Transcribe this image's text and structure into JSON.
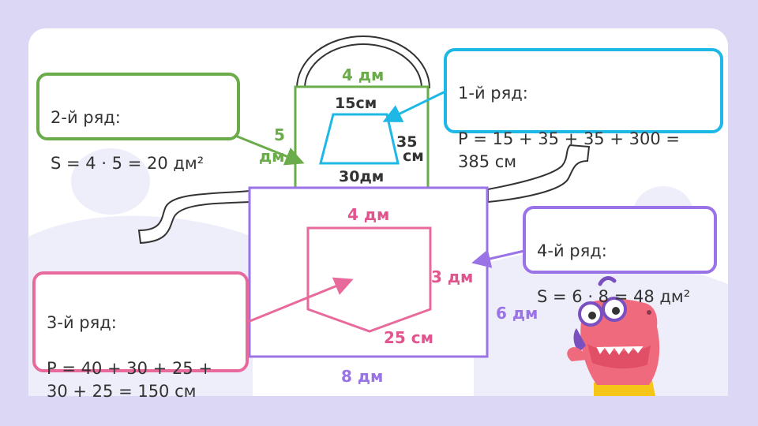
{
  "diagram": {
    "apron": {
      "bib_width": "4 дм",
      "bib_height_value": "5",
      "bib_height_unit": "дм",
      "body_width": "8 дм",
      "body_height": "6 дм"
    },
    "bib_trapezoid": {
      "top": "15см",
      "side_value": "35",
      "side_unit": "см",
      "bottom": "30дм"
    },
    "pocket": {
      "top": "4 дм",
      "side": "3 дм",
      "bottom": "25 см"
    }
  },
  "boxes": {
    "row1": {
      "title": "1-й ряд:",
      "formula": "P = 15 + 35 + 35 + 300 =\n385 см"
    },
    "row2": {
      "title": "2-й ряд:",
      "formula": "S = 4 · 5 = 20 дм²"
    },
    "row3": {
      "title": "3-й ряд:",
      "formula": "P = 40 + 30 + 25 +\n30 + 25 = 150 см"
    },
    "row4": {
      "title": "4-й ряд:",
      "formula": "S = 6 · 8 = 48 дм²"
    }
  },
  "colors": {
    "background": "#dcd7f5",
    "green": "#6aab4a",
    "blue": "#1eb8e6",
    "pink": "#e86a9c",
    "purple": "#9a73e6"
  },
  "icons": [
    "dino-mascot-icon"
  ]
}
